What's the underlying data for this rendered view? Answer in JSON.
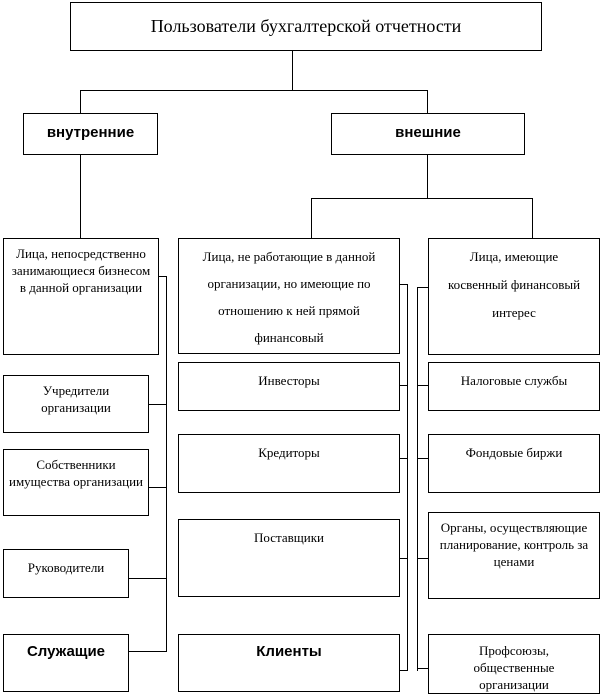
{
  "title": "Пользователи бухгалтерской отчетности",
  "groups": {
    "internal": "внутренние",
    "external": "внешние"
  },
  "internal_users": [
    "Лица, непосредственно занимающиеся бизнесом в данной организации",
    "Учредители организации",
    "Собственники имущества организации",
    "Руководители",
    "Служащие"
  ],
  "direct_interest": {
    "header": "Лица, не работающие в данной организации, но имеющие по отношению к ней прямой финансовый",
    "items": [
      "Инвесторы",
      "Кредиторы",
      "Поставщики",
      "Клиенты"
    ]
  },
  "indirect_interest": {
    "header": "Лица, имеющие косвенный финансовый интерес",
    "items": [
      "Налоговые службы",
      "Фондовые биржи",
      "Органы, осуществляющие планирование, контроль за ценами",
      "Профсоюзы, общественные организации"
    ]
  }
}
